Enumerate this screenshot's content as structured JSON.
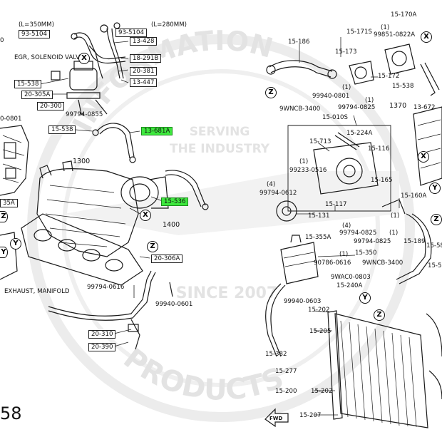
{
  "watermark": {
    "arc_top": "INFORMATION",
    "line1": "SERVING",
    "line2": "THE INDUSTRY",
    "since": "SINCE 2007",
    "arc_bottom": "PRODUCTS"
  },
  "page_number": "58",
  "left": {
    "callouts": [
      {
        "id": "l350",
        "text": "(L=350MM)"
      },
      {
        "id": "l280",
        "text": "(L=280MM)"
      },
      {
        "id": "p93_5104a",
        "text": "93-5104"
      },
      {
        "id": "p93_5104b",
        "text": "93-5104"
      },
      {
        "id": "p13_428",
        "text": "13-428"
      },
      {
        "id": "egr",
        "text": "EGR, SOLENOID VALVE"
      },
      {
        "id": "p18_291b",
        "text": "18-291B"
      },
      {
        "id": "p20_381",
        "text": "20-381"
      },
      {
        "id": "p15_538a",
        "text": "15-538"
      },
      {
        "id": "p13_447",
        "text": "13-447"
      },
      {
        "id": "p20_305a",
        "text": "20-305A"
      },
      {
        "id": "p20_300",
        "text": "20-300"
      },
      {
        "id": "p99794_0855",
        "text": "99794-0855"
      },
      {
        "id": "p0801",
        "text": "0-0801"
      },
      {
        "id": "p15_538b",
        "text": "15-538"
      },
      {
        "id": "p13_681a",
        "text": "13-681A"
      },
      {
        "id": "p1300",
        "text": "1300"
      },
      {
        "id": "p15_536",
        "text": "15-536"
      },
      {
        "id": "p1400",
        "text": "1400"
      },
      {
        "id": "p35a",
        "text": "35A"
      },
      {
        "id": "p20_306a",
        "text": "20-306A"
      },
      {
        "id": "exhaust",
        "text": "EXHAUST, MANIFOLD"
      },
      {
        "id": "p99794_0616",
        "text": "99794-0616"
      },
      {
        "id": "p99940_0601",
        "text": "99940-0601"
      },
      {
        "id": "p20_310",
        "text": "20-310"
      },
      {
        "id": "p20_390",
        "text": "20-390"
      },
      {
        "id": "p0",
        "text": "0"
      }
    ]
  },
  "right": {
    "callouts": [
      {
        "id": "p15_170a",
        "text": "15-170A"
      },
      {
        "id": "q1a",
        "text": "(1)"
      },
      {
        "id": "p15_171s",
        "text": "15-171S"
      },
      {
        "id": "p99851_0822a",
        "text": "99851-0822A"
      },
      {
        "id": "p15_186",
        "text": "15-186"
      },
      {
        "id": "p15_173",
        "text": "15-173"
      },
      {
        "id": "p15_172",
        "text": "15-172"
      },
      {
        "id": "p15_538",
        "text": "15-538"
      },
      {
        "id": "p99940_0801",
        "text": "99940-0801"
      },
      {
        "id": "q1b",
        "text": "(1)"
      },
      {
        "id": "p1370",
        "text": "1370"
      },
      {
        "id": "p13_672",
        "text": "13-672"
      },
      {
        "id": "p9wncb_3400a",
        "text": "9WNCB-3400"
      },
      {
        "id": "p99794_0825a",
        "text": "99794-0825"
      },
      {
        "id": "q1c",
        "text": "(1)"
      },
      {
        "id": "p15_010s",
        "text": "15-010S"
      },
      {
        "id": "p15_224a",
        "text": "15-224A"
      },
      {
        "id": "p15_713",
        "text": "15-713"
      },
      {
        "id": "p15_116",
        "text": "15-116"
      },
      {
        "id": "p99233_0516",
        "text": "99233-0516"
      },
      {
        "id": "q1d",
        "text": "(1)"
      },
      {
        "id": "p15_165",
        "text": "15-165"
      },
      {
        "id": "p99794_0612",
        "text": "99794-0612"
      },
      {
        "id": "q4a",
        "text": "(4)"
      },
      {
        "id": "p15_117",
        "text": "15-117"
      },
      {
        "id": "p15_160a",
        "text": "15-160A"
      },
      {
        "id": "p15_131",
        "text": "15-131"
      },
      {
        "id": "q1e",
        "text": "(1)"
      },
      {
        "id": "p99794_0825b",
        "text": "99794-0825"
      },
      {
        "id": "q4b",
        "text": "(4)"
      },
      {
        "id": "p15_355a",
        "text": "15-355A"
      },
      {
        "id": "p99794_0825c",
        "text": "99794-0825"
      },
      {
        "id": "q1f",
        "text": "(1)"
      },
      {
        "id": "p15_189",
        "text": "15-189"
      },
      {
        "id": "p15_350",
        "text": "15-350"
      },
      {
        "id": "p90786_0616",
        "text": "90786-0616"
      },
      {
        "id": "q1g",
        "text": "(1)"
      },
      {
        "id": "p9wncb_3400b",
        "text": "9WNCB-3400"
      },
      {
        "id": "p9wac0_0803",
        "text": "9WAC0-0803"
      },
      {
        "id": "p15_240a",
        "text": "15-240A"
      },
      {
        "id": "p99940_0603",
        "text": "99940-0603"
      },
      {
        "id": "p15_202a",
        "text": "15-202"
      },
      {
        "id": "p15_205",
        "text": "15-205"
      },
      {
        "id": "p15_382",
        "text": "15-382"
      },
      {
        "id": "p15_277",
        "text": "15-277"
      },
      {
        "id": "p15_200",
        "text": "15-200"
      },
      {
        "id": "p15_202b",
        "text": "15-202"
      },
      {
        "id": "p15_207",
        "text": "15-207"
      },
      {
        "id": "p15_58",
        "text": "15-58"
      },
      {
        "id": "p15_5",
        "text": "15-5"
      },
      {
        "id": "fwd",
        "text": "FWD"
      }
    ]
  },
  "ref_markers": [
    "X",
    "X",
    "X",
    "Y",
    "Z",
    "Z",
    "Z",
    "Y",
    "X",
    "Y",
    "Z",
    "Y",
    "Z"
  ]
}
